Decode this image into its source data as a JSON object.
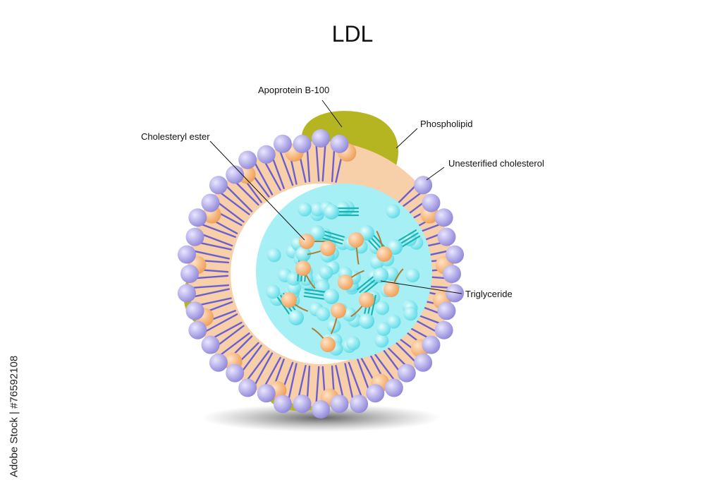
{
  "title": "LDL",
  "labels": {
    "apoprotein": "Apoprotein B-100",
    "phospholipid": "Phospholipid",
    "cholesteryl_ester": "Cholesteryl ester",
    "unesterified_cholesterol": "Unesterified cholesterol",
    "triglyceride": "Triglyceride"
  },
  "watermark": "Adobe Stock | #76592108",
  "colors": {
    "apoprotein": "#b4b520",
    "phospholipid_head": "#a7a0e0",
    "phospholipid_tail": "#6b5fd0",
    "cholesterol": "#f6b27a",
    "shell": "#f7cfa8",
    "core": "#a6f0f5",
    "core_sphere": "#7fe6ee",
    "triglyceride_tail": "#19b3b3",
    "ester_tail": "#b07a32"
  }
}
